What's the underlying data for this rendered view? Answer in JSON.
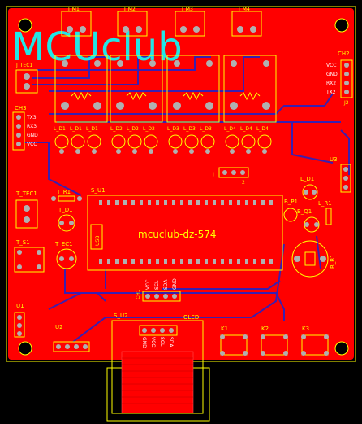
{
  "colors": {
    "background": "#000000",
    "copper": "#ff0000",
    "trace": "#3a1fb0",
    "silkscreen": "#ffff00",
    "pad": "#b0b0b0",
    "logo": "#22e6e6",
    "chip_label": "#ffff00"
  },
  "logo": {
    "text": "MCUclub"
  },
  "chip": {
    "designator": "S_U1",
    "marking": "mcuclub-dz-574",
    "side_label": "USB"
  },
  "relays": [
    "J_M1",
    "J_M2",
    "J_M3",
    "J_M4"
  ],
  "motor_leds": [
    [
      "L_D1",
      "L_D1",
      "L_D1"
    ],
    [
      "L_D2",
      "L_D2",
      "L_D2"
    ],
    [
      "L_D3",
      "L_D3",
      "L_D3"
    ],
    [
      "L_D4",
      "L_D4",
      "L_D4"
    ]
  ],
  "ch2": {
    "title": "CH2",
    "pins": [
      "VCC",
      "GND",
      "RX2",
      "TX2"
    ],
    "designator": "J2"
  },
  "ch3": {
    "title": "CH3",
    "pins": [
      "TX3",
      "RX3",
      "GND",
      "VCC"
    ]
  },
  "labels": {
    "tec1": "J_TEC1",
    "t_tec1": "T_TEC1",
    "t_r1": "T_R1",
    "t_d1": "T_D1",
    "t_s1": "T_S1",
    "t_ec1": "T_EC1",
    "u3": "U3",
    "u1": "U1",
    "u2": "U2",
    "l_d1": "L_D1",
    "l_r1": "L_R1",
    "b_p1": "B_P1",
    "b_q1": "B_Q1",
    "b_b1": "B_B1",
    "ch1": "CH1",
    "ch1_pins": [
      "VCC",
      "SCL",
      "SDA",
      "GND"
    ],
    "s_u2": "S_U2",
    "oled": "OLED",
    "oled_pins": [
      "GND",
      "VCC",
      "SCL",
      "SDA"
    ],
    "k1": "K1",
    "k2": "K2",
    "k3": "K3",
    "hdr_mark": "J_",
    "hdr_num": "2"
  }
}
